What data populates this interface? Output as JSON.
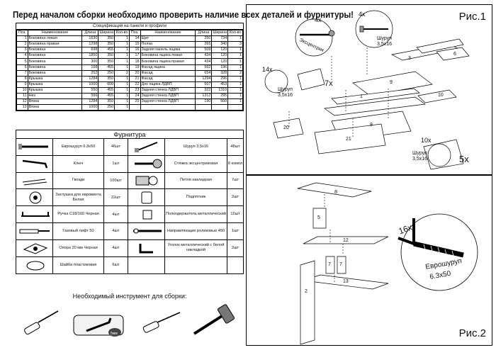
{
  "header": {
    "title": "Перед началом сборки необходимо проверить наличие всех деталей и фурнитуры!"
  },
  "spec": {
    "title": "Спецификация на панели и профили",
    "columns": [
      "Поз.",
      "Наименование",
      "Длина",
      "Ширина",
      "Кол-во",
      "Поз.",
      "Наименование",
      "Длина",
      "Ширина",
      "Кол-во"
    ],
    "rows": [
      [
        "1",
        "Боковина левая",
        "1630",
        "350",
        "1",
        "14",
        "Щит",
        "250",
        "734",
        "1"
      ],
      [
        "2",
        "Боковина правая",
        "1298",
        "350",
        "1",
        "15",
        "Полка",
        "265",
        "340",
        "3"
      ],
      [
        "3",
        "Боковина",
        "698",
        "455",
        "1",
        "16",
        "Задняя панель ящика",
        "509",
        "120",
        "1"
      ],
      [
        "4",
        "Боковина",
        "1850",
        "350",
        "1",
        "17",
        "Боковина ящика левая",
        "434",
        "120",
        "1"
      ],
      [
        "5",
        "Боковина",
        "300",
        "350",
        "1",
        "18",
        "Боковина ящика правая",
        "434",
        "120",
        "1"
      ],
      [
        "6",
        "Боковина",
        "168",
        "455",
        "1",
        "19",
        "Фасад ящика",
        "562",
        "196",
        "1"
      ],
      [
        "7",
        "Боковина",
        "252",
        "250",
        "2",
        "20",
        "Фасад",
        "654",
        "328",
        "2"
      ],
      [
        "8",
        "Крышка",
        "1284",
        "350",
        "1",
        "21",
        "Фасад",
        "1294",
        "296",
        "1"
      ],
      [
        "9",
        "Крышка",
        "1000",
        "600",
        "1",
        "22",
        "Дно ящика ЛДВП",
        "507",
        "453",
        "1"
      ],
      [
        "10",
        "Крышка",
        "550",
        "455",
        "1",
        "23",
        "Задняя стенка ЛДВП",
        "322",
        "1310",
        "1"
      ],
      [
        "11",
        "Низ",
        "566",
        "455",
        "1",
        "24",
        "Задняя стенка ЛДВП",
        "1312",
        "295",
        "1"
      ],
      [
        "12",
        "Вязка",
        "1284",
        "350",
        "1",
        "25",
        "Задняя стенка ЛДВП",
        "190",
        "560",
        "1"
      ],
      [
        "13",
        "Вязка",
        "1000",
        "250",
        "1",
        "",
        "",
        "",
        "",
        ""
      ]
    ]
  },
  "hardware": {
    "title": "Фурнитура",
    "rows": [
      {
        "left_name": "Еврошуруп 6.3х50",
        "left_qty": "46шт",
        "right_name": "Шуруп 3,5х16",
        "right_qty": "48шт"
      },
      {
        "left_name": "Ключ",
        "left_qty": "1шт",
        "right_name": "Стяжка эксцентриковая",
        "right_qty": "8 компл"
      },
      {
        "left_name": "Гвозди",
        "left_qty": "100шт",
        "right_name": "Петля накладная",
        "right_qty": "7шт"
      },
      {
        "left_name": "Заглушка для евровинта Белая",
        "left_qty": "22шт",
        "right_name": "Подпятник",
        "right_qty": "2шт"
      },
      {
        "left_name": "Ручка С18/160 Черная",
        "left_qty": "4шт",
        "right_name": "Полкодержатель металлический",
        "right_qty": "12шт"
      },
      {
        "left_name": "Газовый лифт 50",
        "left_qty": "4шт",
        "right_name": "Направляющие роликовые 450",
        "right_qty": "1шт"
      },
      {
        "left_name": "Опора 20 мм Черная",
        "left_qty": "4шт",
        "right_name": "Уголок металлический с белой накладкой",
        "right_qty": "2шт"
      },
      {
        "left_name": "Шайба пластиковая",
        "left_qty": "6шт",
        "right_name": "",
        "right_qty": ""
      }
    ]
  },
  "tools": {
    "title": "Необходимый инструмент для сборки:",
    "key_label": "5мм"
  },
  "fig1": {
    "label": "Рис.1",
    "callouts": {
      "ecc_count": "4x",
      "ecc_name": "Эксцентрик",
      "screw_count": "4x",
      "screw_name": "Шуруп",
      "screw_size": "3,5х16",
      "left_count": "14x",
      "left_name": "Шуруп",
      "left_size": "3,5х16",
      "hinge_count": "7x",
      "br_count": "10x",
      "br_name": "Шуруп",
      "br_size": "3,5х16",
      "five": "5x"
    },
    "parts": [
      "3",
      "6",
      "9",
      "10",
      "1",
      "8",
      "20",
      "21"
    ]
  },
  "fig2": {
    "label": "Рис.2",
    "parts": [
      "8",
      "5",
      "12",
      "7",
      "7",
      "13",
      "2"
    ],
    "callout": {
      "count": "16x",
      "name": "Еврошуруп",
      "size": "6.3х50"
    }
  },
  "colors": {
    "line": "#000000",
    "paper": "#ffffff",
    "panel": "#f2f2f2"
  }
}
